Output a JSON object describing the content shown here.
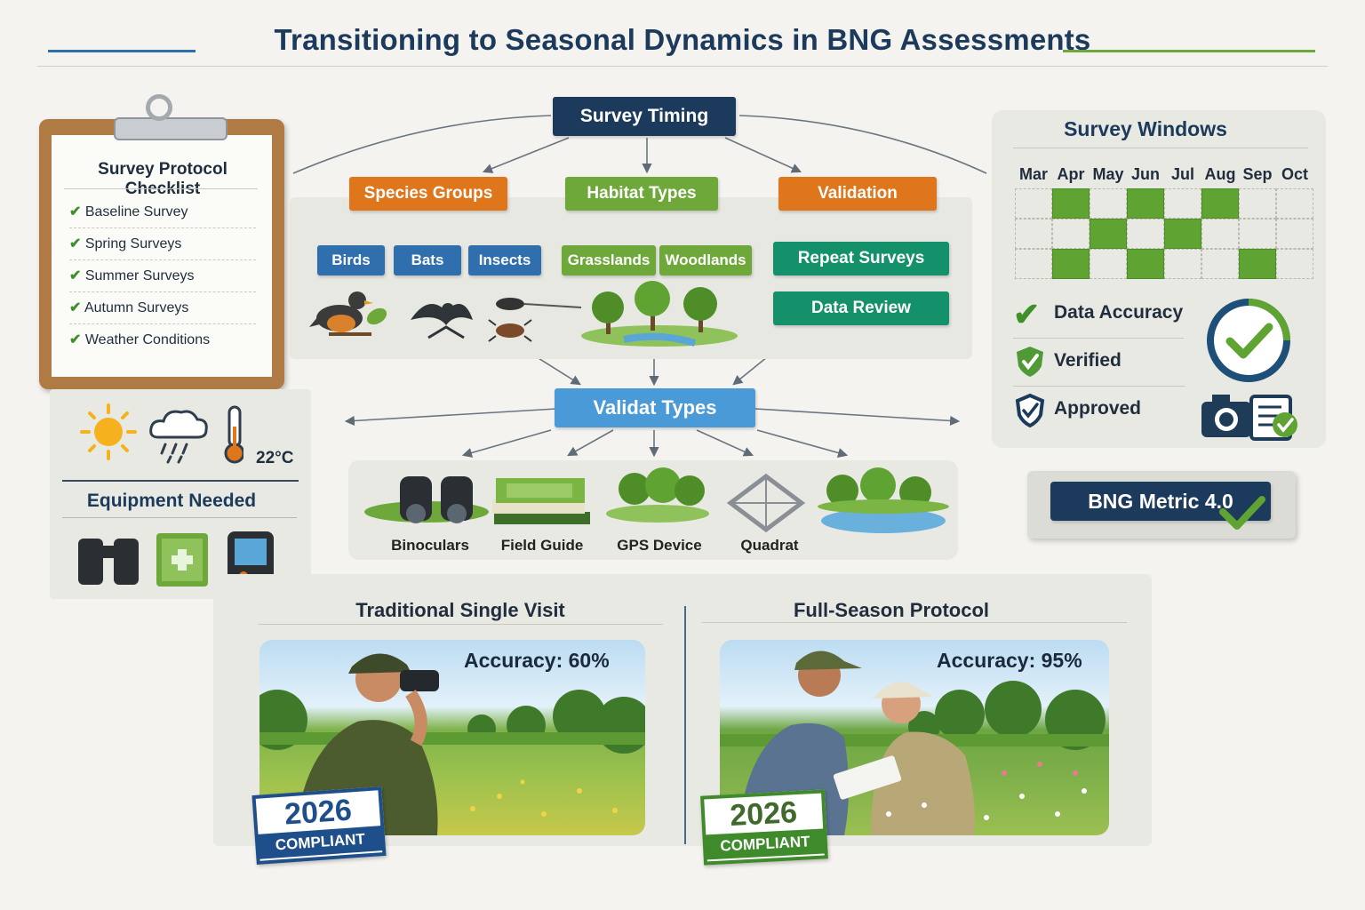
{
  "title": "Transitioning to Seasonal Dynamics in BNG Assessments",
  "colors": {
    "navy": "#1b3a5c",
    "orange": "#e0761c",
    "green": "#5fa332",
    "teal": "#14906a",
    "blue": "#2f6fae",
    "sky": "#4a9ad8"
  },
  "checklist": {
    "title": "Survey Protocol Checklist",
    "items": [
      "Baseline Survey",
      "Spring Surveys",
      "Summer Surveys",
      "Autumn Surveys",
      "Weather Conditions"
    ]
  },
  "weather": {
    "temperature": "22°C",
    "icons": [
      "sun-icon",
      "rain-cloud-icon",
      "thermometer-icon"
    ]
  },
  "equipment_needed": {
    "title": "Equipment Needed",
    "icons": [
      "binoculars-icon",
      "field-guide-icon",
      "gps-device-icon"
    ]
  },
  "flow": {
    "root": "Survey Timing",
    "branches": [
      "Species Groups",
      "Habitat Types",
      "Validation"
    ],
    "species": [
      "Birds",
      "Bats",
      "Insects"
    ],
    "habitats": [
      "Grasslands",
      "Woodlands"
    ],
    "validation_steps": [
      "Repeat Surveys",
      "Data Review"
    ],
    "merge": "Validat Types"
  },
  "equipment_row": {
    "items": [
      "Binoculars",
      "Field Guide",
      "GPS Device",
      "Quadrat"
    ]
  },
  "survey_windows": {
    "title": "Survey Windows",
    "months": [
      "Mar",
      "Apr",
      "May",
      "Jun",
      "Jul",
      "Aug",
      "Sep",
      "Oct"
    ],
    "active_cells": [
      [
        false,
        true,
        false,
        true,
        false,
        true,
        false,
        false
      ],
      [
        false,
        false,
        true,
        false,
        true,
        false,
        false,
        false
      ],
      [
        false,
        true,
        false,
        true,
        false,
        false,
        true,
        false
      ]
    ]
  },
  "status": [
    "Data Accuracy",
    "Verified",
    "Approved"
  ],
  "metric": "BNG Metric 4.0",
  "comparison": {
    "left": {
      "title": "Traditional Single Visit",
      "accuracy": "Accuracy: 60%",
      "stamp_year": "2026",
      "stamp_text": "COMPLIANT"
    },
    "right": {
      "title": "Full-Season Protocol",
      "accuracy": "Accuracy: 95%",
      "stamp_year": "2026",
      "stamp_text": "COMPLIANT"
    }
  }
}
